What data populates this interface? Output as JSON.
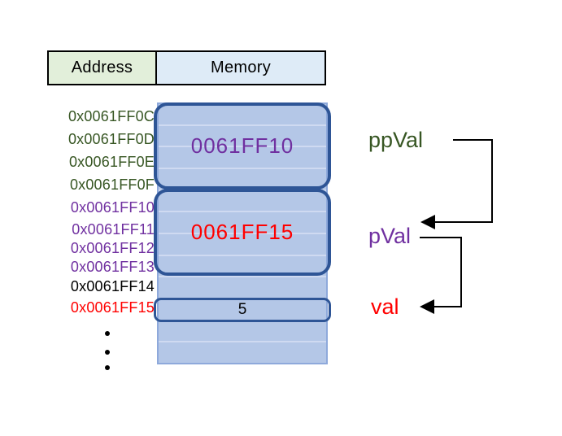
{
  "header": {
    "address_label": "Address",
    "memory_label": "Memory"
  },
  "addresses": [
    {
      "label": "0x0061FF0C",
      "color": "#375623"
    },
    {
      "label": "0x0061FF0D",
      "color": "#375623"
    },
    {
      "label": "0x0061FF0E",
      "color": "#375623"
    },
    {
      "label": "0x0061FF0F",
      "color": "#375623"
    },
    {
      "label": "0x0061FF10",
      "color": "#7030a0"
    },
    {
      "label": "0x0061FF11",
      "color": "#7030a0"
    },
    {
      "label": "0x0061FF12",
      "color": "#7030a0"
    },
    {
      "label": "0x0061FF13",
      "color": "#7030a0"
    },
    {
      "label": "0x0061FF14",
      "color": "#000000"
    },
    {
      "label": "0x0061FF15",
      "color": "#ff0000"
    }
  ],
  "memory_column": {
    "row_count": 12,
    "ellipsis_dot_count": 3
  },
  "memory_cells": {
    "ppval_block": {
      "value": "0061FF10",
      "color": "#7030a0"
    },
    "pval_block": {
      "value": "0061FF15",
      "color": "#ff0000"
    },
    "val_cell": {
      "value": "5",
      "color": "#000000"
    }
  },
  "pointer_labels": {
    "ppval": {
      "text": "ppVal",
      "color": "#375623"
    },
    "pval": {
      "text": "pVal",
      "color": "#7030a0"
    },
    "val": {
      "text": "val",
      "color": "#ff0000"
    }
  },
  "colors": {
    "header_address_bg": "#e2efda",
    "header_memory_bg": "#deebf7",
    "strip_fill": "#b4c7e7",
    "strip_border": "#8ea9db",
    "row_divider": "#cfdaf1",
    "block_border": "#2e5596",
    "arrow": "#000000"
  }
}
